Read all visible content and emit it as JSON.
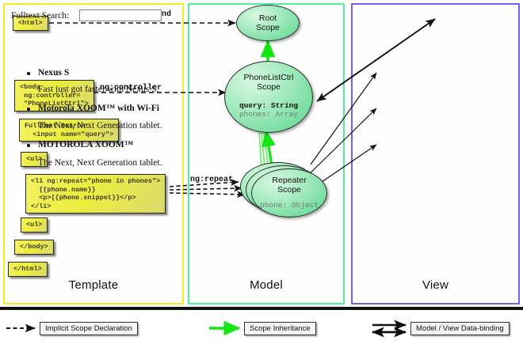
{
  "panels": {
    "template": {
      "label": "Template",
      "accent": "#f2ee1f"
    },
    "model": {
      "label": "Model",
      "accent": "#4ff0a0"
    },
    "view": {
      "label": "View",
      "accent": "#7b5cf0"
    }
  },
  "template_boxes": [
    {
      "id": "html-open",
      "text": "<html>"
    },
    {
      "id": "body-open",
      "text": "<body\n ng:controller=\n \"PhoneListCtrl\">"
    },
    {
      "id": "search",
      "text": "Fulltext Search:\n  <input name=\"query\">"
    },
    {
      "id": "ul-open",
      "text": "<ul>"
    },
    {
      "id": "li-repeat",
      "text": "<li ng:repeat=\"phone in phones\">\n  {{phone.name}}\n  <p>{{phone.snippet}}</p>\n</li>"
    },
    {
      "id": "ul-close",
      "text": "<ul>"
    },
    {
      "id": "body-close",
      "text": "</body>"
    },
    {
      "id": "html-close",
      "text": "</html>"
    }
  ],
  "relation_labels": [
    {
      "id": "autobind",
      "text": "ng:autobind"
    },
    {
      "id": "controller",
      "text": "ng:controller"
    },
    {
      "id": "repeat",
      "text": "ng:repeat"
    }
  ],
  "scopes": [
    {
      "id": "root",
      "title_line1": "Root",
      "title_line2": "Scope",
      "props": []
    },
    {
      "id": "ctrl",
      "title_line1": "PhoneListCtrl",
      "title_line2": "Scope",
      "props": [
        {
          "text": "query: String",
          "style": "bold"
        },
        {
          "text": "phones: Array",
          "style": "gray"
        }
      ]
    },
    {
      "id": "repeater",
      "title_line1": "Repeater",
      "title_line2": "Scope",
      "props": [
        {
          "text": "phone: Object",
          "style": "gray"
        }
      ]
    }
  ],
  "view": {
    "search_label": "Fulltext Search:",
    "search_value": "",
    "search_placeholder": "",
    "items": [
      {
        "title": "Nexus S",
        "snippet": "Fast just got faster with Nexus S."
      },
      {
        "title": "Motorola XOOM™  with Wi-Fi",
        "snippet": "The Next, Next Generation tablet."
      },
      {
        "title": "MOTOROLA XOOM™",
        "snippet": "The Next, Next Generation tablet."
      }
    ]
  },
  "legend": [
    {
      "id": "implicit",
      "label": "Implicit Scope Declaration",
      "arrow": "dashed-black"
    },
    {
      "id": "inheritance",
      "label": "Scope Inheritance",
      "arrow": "solid-green",
      "color": "#13e613"
    },
    {
      "id": "databinding",
      "label": "Model / View Data-binding",
      "arrow": "double-black"
    }
  ]
}
